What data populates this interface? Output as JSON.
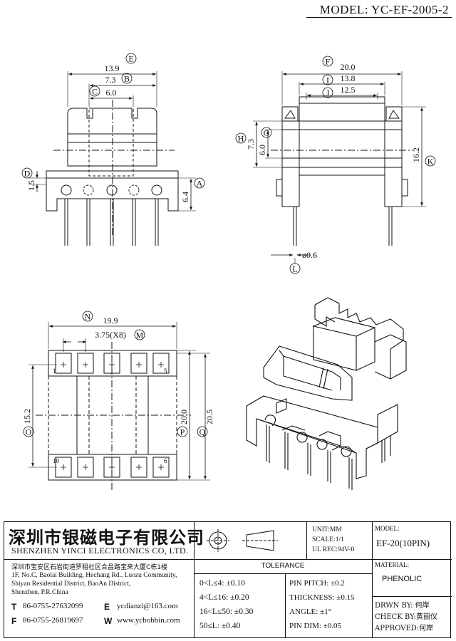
{
  "header": {
    "model_label": "MODEL: YC-EF-2005-2"
  },
  "dims": {
    "E": "13.9",
    "B": "7.3",
    "C": "6.0",
    "D": "1.5",
    "A": "6.4",
    "F": "20.0",
    "I": "13.8",
    "J": "12.5",
    "H": "7.3",
    "G": "6.0",
    "K": "16.2",
    "L": "ø0.6",
    "N": "19.9",
    "M": "3.75(X8)",
    "O": "15.2",
    "P": "20.0",
    "Q": "20.5"
  },
  "letters": {
    "A": "A",
    "B": "B",
    "C": "C",
    "D": "D",
    "E": "E",
    "F": "F",
    "G": "G",
    "H": "H",
    "I": "I",
    "J": "J",
    "K": "K",
    "L": "L",
    "M": "M",
    "N": "N",
    "O": "O",
    "P": "P",
    "Q": "Q"
  },
  "pins": {
    "p1": "1",
    "p5": "5",
    "p6": "6",
    "p10": "10"
  },
  "company": {
    "name_cn": "深圳市银磁电子有限公司",
    "name_en": "SHENZHEN YINCI ELECTRONICS CO, LTD.",
    "addr_cn": "深圳市宝安区石岩街道罗租社区合昌路宝来大厦C栋1楼",
    "addr_en1": "1F, No.C, Baolai Building, Hechang Rd., Luozu Community,",
    "addr_en2": "Shiyan Residential District, BaoAn District,",
    "addr_en3": "Shenzhen, P.R.China",
    "tel_label": "T",
    "tel": "86-0755-27632099",
    "fax_label": "F",
    "fax": "86-0755-26819697",
    "email_label": "E",
    "email": "ycdianzi@163.com",
    "web_label": "W",
    "web": "www.ycbobbin.com"
  },
  "specs": {
    "unit": "UNIT:MM",
    "scale": "SCALE:1/1",
    "ul": "UL REC:94V-0"
  },
  "tolerance": {
    "title": "TOLERANCE",
    "rows_left": [
      "0<L≤4: ±0.10",
      "4<L≤16: ±0.20",
      "16<L≤50: ±0.30",
      "50≤L: ±0.40"
    ],
    "rows_right": [
      "PIN PITCH: ±0.2",
      "THICKNESS: ±0.15",
      "ANGLE: ±1°",
      "PIN DIM: ±0.05"
    ]
  },
  "model_box": {
    "label": "MODEL:",
    "value": "EF-20(10PIN)"
  },
  "material": {
    "label": "MATERIAL:",
    "value": "PHENOLIC"
  },
  "signoff": {
    "drawn": "DRWN BY: 何岸",
    "check": "CHECK BY:黄丽仪",
    "approved": "APPROVED:何岸"
  }
}
